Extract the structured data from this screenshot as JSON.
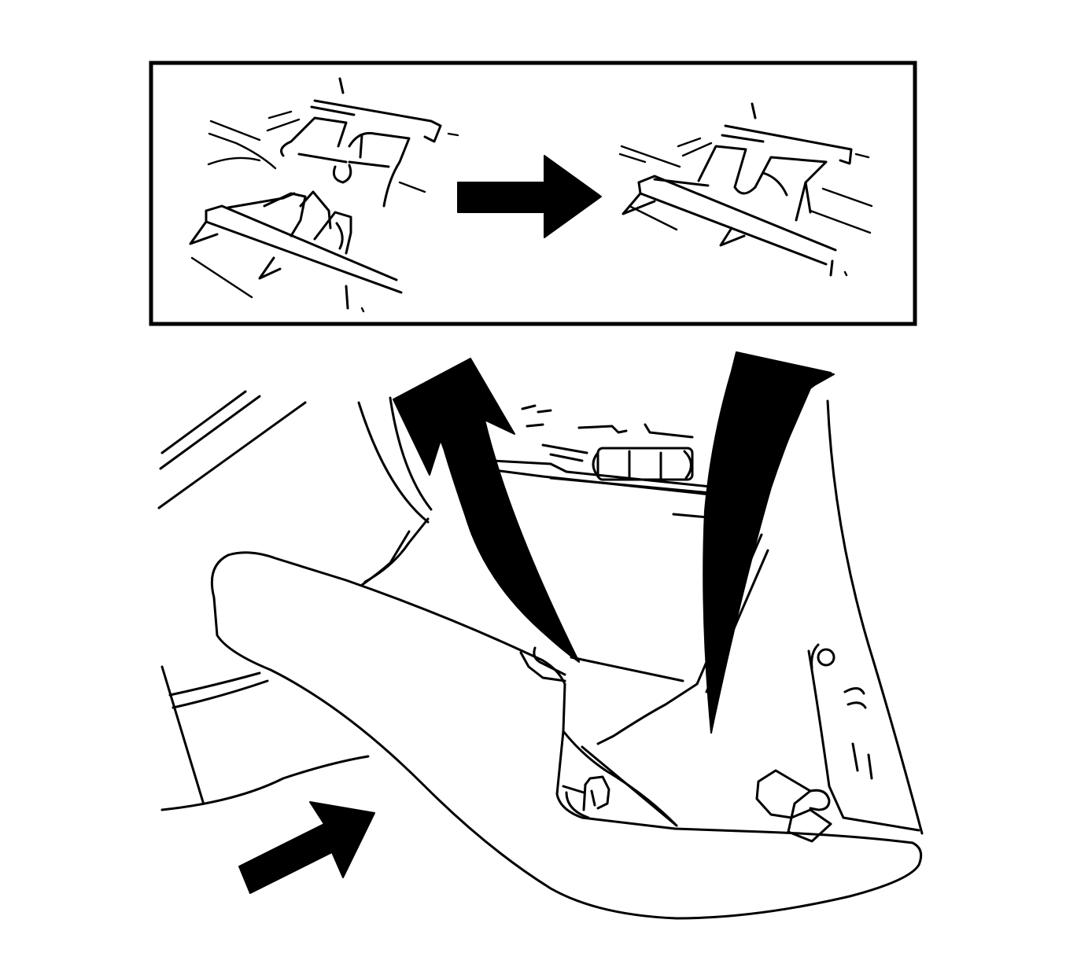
{
  "figure": {
    "background": "#ffffff",
    "ink": "#000000",
    "parts": [
      {
        "name": "detail-inset",
        "label": ""
      },
      {
        "name": "glove-box-door",
        "label": ""
      },
      {
        "name": "hinge-pins",
        "label": ""
      },
      {
        "name": "push-arrow-icon",
        "label": ""
      },
      {
        "name": "lift-arrow-icon",
        "label": ""
      }
    ]
  }
}
